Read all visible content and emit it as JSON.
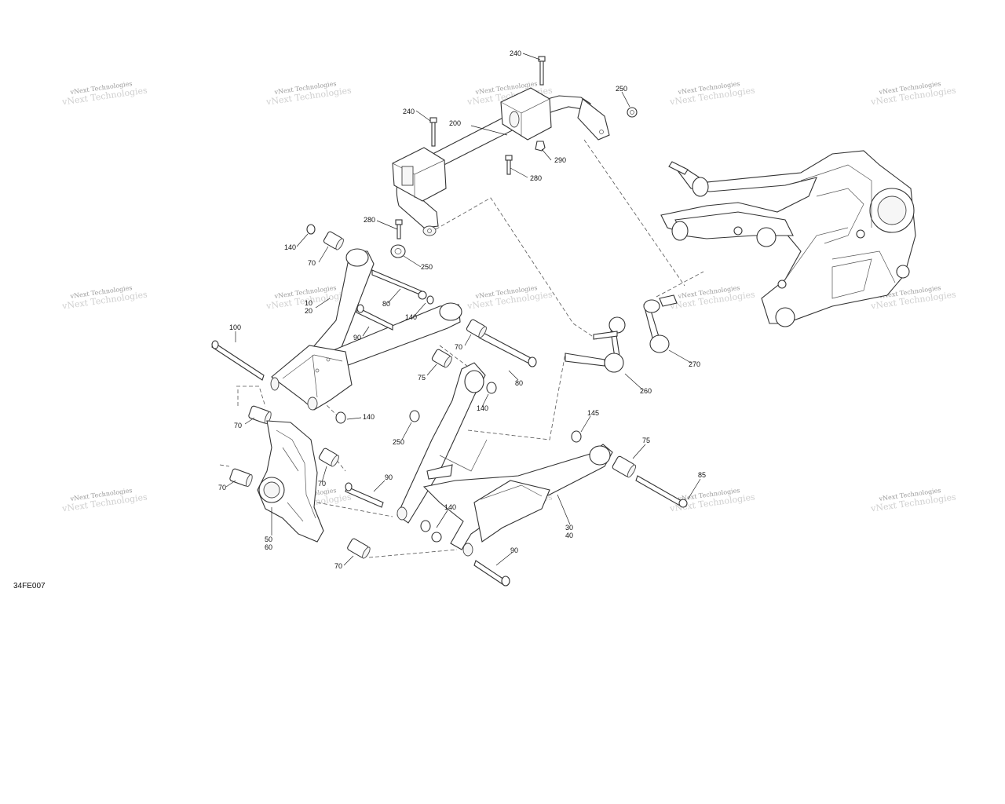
{
  "figure": {
    "code": "34FE007"
  },
  "watermark": {
    "text": "vNext Technologies"
  },
  "callouts": {
    "c240a": "240",
    "c240b": "240",
    "c200": "200",
    "c250a": "250",
    "c290": "290",
    "c280a": "280",
    "c280b": "280",
    "c250b": "250",
    "c140a": "140",
    "c70a": "70",
    "c80a": "80",
    "c10": "10",
    "c20": "20",
    "c140b": "140",
    "c90a": "90",
    "c100": "100",
    "c70b": "70",
    "c75a": "75",
    "c80b": "80",
    "c140c": "140",
    "c140d": "140",
    "c70c": "70",
    "c70d": "70",
    "c250c": "250",
    "c90b": "90",
    "c70e": "70",
    "c50": "50",
    "c60": "60",
    "c70f": "70",
    "c140e": "140",
    "c90c": "90",
    "c30": "30",
    "c40": "40",
    "c145": "145",
    "c75b": "75",
    "c85": "85",
    "c260": "260",
    "c270": "270"
  }
}
